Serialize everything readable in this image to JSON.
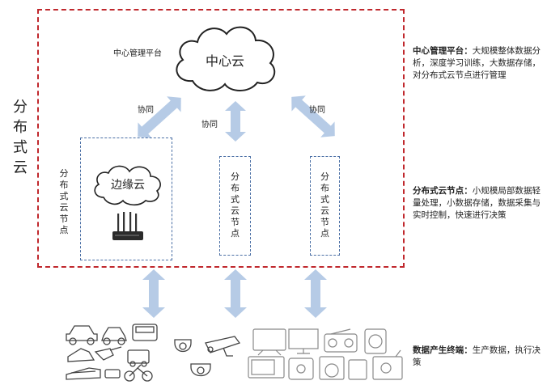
{
  "title_vertical": "分布式云",
  "center": {
    "platform_label": "中心管理平台",
    "cloud_label": "中心云"
  },
  "edge": {
    "cloud_label": "边缘云"
  },
  "node_label": "分布式云节点",
  "arrow_labels": {
    "left": "协同",
    "middle": "协同",
    "right": "协同"
  },
  "descriptions": {
    "center_title": "中心管理平台：",
    "center_text": "大规模整体数据分析，深度学习训练，大数据存储，对分布式云节点进行管理",
    "node_title": "分布式云节点：",
    "node_text": "小规模局部数据轻量处理，小数据存储，数据采集与实时控制，快速进行决策",
    "terminal_title": "数据产生终端：",
    "terminal_text": "生产数据，执行决策"
  },
  "colors": {
    "frame": "#c0282d",
    "arrow": "#b6cbe6",
    "node_border": "#4a6fa5"
  },
  "icons": [
    "vehicles-icon",
    "cameras-icon",
    "appliances-icon",
    "router-icon"
  ]
}
